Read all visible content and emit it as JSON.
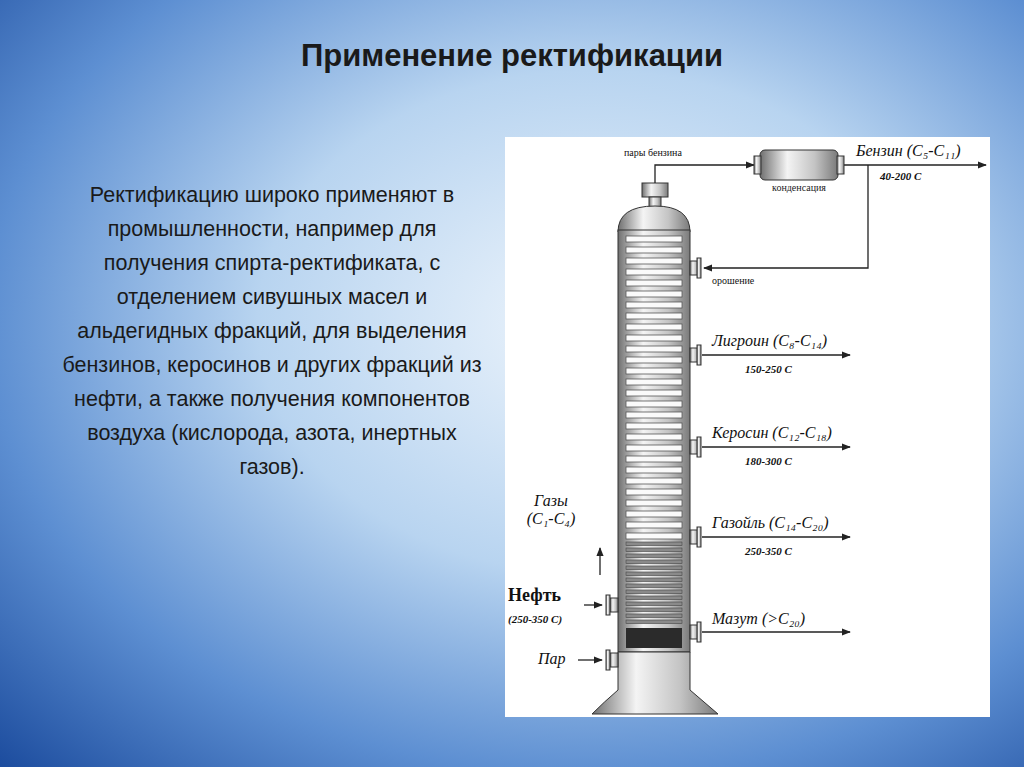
{
  "diagram": {
    "title": "Применение ректификации",
    "nodes": [
      {
        "text": [
          "конденсация"
        ]
      }
    ],
    "labels": [
      "Ректификацию широко применяют в промышленности, например для получения спирта-ректификата, с отделением сивушных масел и альдегидных фракций, для выделения бензинов, керосинов и других фракций из нефти, а также получения компонентов воздуха (кислорода, азота, инертных газов).",
      "пары бензина",
      "Бензин (C₅-C₁₁)",
      "40-200 C",
      "орошение",
      "Лигроин (C₈-C₁₄)",
      "150-250 C",
      "Керосин (C₁₂-C₁₈)",
      "180-300 C",
      "Газойль (C₁₄-C₂₀)",
      "250-350 C",
      "Газы (C₁-C₄)",
      "Нефть",
      "(250-350 C)",
      "Мазут (>C₂₀)",
      "Пар"
    ]
  }
}
